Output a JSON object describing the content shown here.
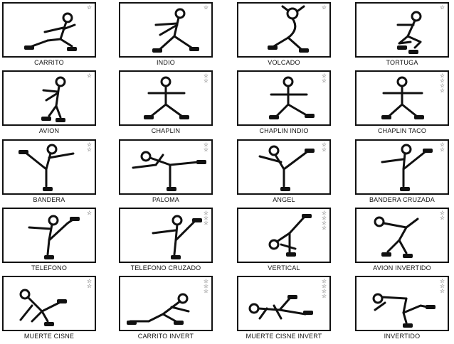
{
  "figures": [
    {
      "id": "carrito",
      "label": "CARRITO",
      "stars": 1
    },
    {
      "id": "indio",
      "label": "INDIO",
      "stars": 1
    },
    {
      "id": "volcado",
      "label": "VOLCADO",
      "stars": 1
    },
    {
      "id": "tortuga",
      "label": "TORTUGA",
      "stars": 1
    },
    {
      "id": "avion",
      "label": "AVION",
      "stars": 1
    },
    {
      "id": "chaplin",
      "label": "CHAPLIN",
      "stars": 2
    },
    {
      "id": "chaplin-indio",
      "label": "CHAPLIN INDIO",
      "stars": 2
    },
    {
      "id": "chaplin-taco",
      "label": "CHAPLIN TACO",
      "stars": 4
    },
    {
      "id": "bandera",
      "label": "BANDERA",
      "stars": 2
    },
    {
      "id": "paloma",
      "label": "PALOMA",
      "stars": 2
    },
    {
      "id": "angel",
      "label": "ANGEL",
      "stars": 2
    },
    {
      "id": "bandera-cruzada",
      "label": "BANDERA CRUZADA",
      "stars": 2
    },
    {
      "id": "telefono",
      "label": "TELEFONO",
      "stars": 1
    },
    {
      "id": "telefono-cruzado",
      "label": "TELEFONO CRUZADO",
      "stars": 3
    },
    {
      "id": "vertical",
      "label": "VERTICAL",
      "stars": 4
    },
    {
      "id": "avion-invertido",
      "label": "AVION INVERTIDO",
      "stars": 2
    },
    {
      "id": "muerte-cisne",
      "label": "MUERTE CISNE",
      "stars": 2
    },
    {
      "id": "carrito-invert",
      "label": "CARRITO INVERT",
      "stars": 3
    },
    {
      "id": "muerte-cisne-invert",
      "label": "MUERTE CISNE INVERT",
      "stars": 4
    },
    {
      "id": "invertido",
      "label": "INVERTIDO",
      "stars": 3
    }
  ],
  "star_glyph": "☆"
}
